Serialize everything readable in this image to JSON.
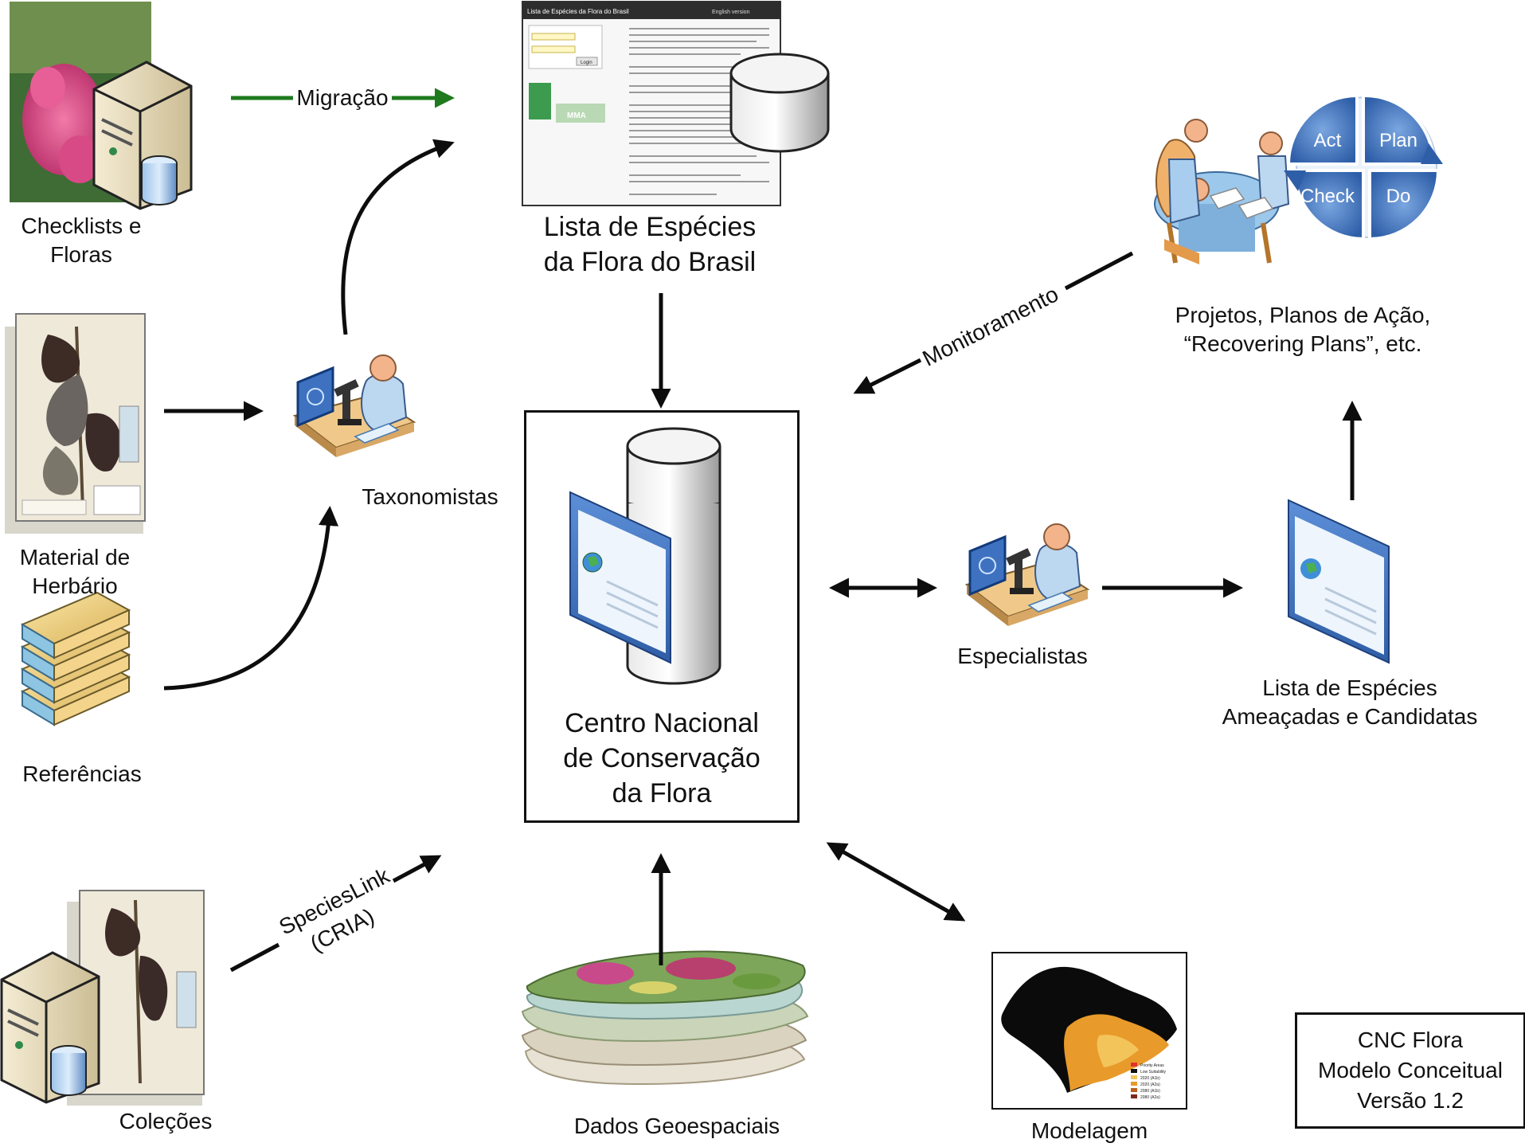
{
  "nodes": {
    "checklists": [
      "Checklists e",
      "Floras"
    ],
    "herbario": [
      "Material de",
      "Herbário"
    ],
    "referencias": [
      "Referências"
    ],
    "colecoes": [
      "Coleções"
    ],
    "taxonomistas": [
      "Taxonomistas"
    ],
    "lista_flora": [
      "Lista de Espécies",
      "da Flora do Brasil"
    ],
    "centro": [
      "Centro Nacional",
      "de Conservação",
      "da Flora"
    ],
    "especialistas": [
      "Especialistas"
    ],
    "lista_ameacadas": [
      "Lista de Espécies",
      "Ameaçadas e Candidatas"
    ],
    "projetos": [
      "Projetos, Planos de Ação,",
      "“Recovering Plans”, etc."
    ],
    "geo": [
      "Dados Geoespaciais"
    ],
    "modelagem": [
      "Modelagem"
    ]
  },
  "edges": {
    "migracao": "Migração",
    "monitoramento": "Monitoramento",
    "specieslink": [
      "SpeciesLink",
      "(CRIA)"
    ]
  },
  "pdca": {
    "act": "Act",
    "plan": "Plan",
    "check": "Check",
    "do": "Do"
  },
  "version": [
    "CNC Flora",
    "Modelo Conceitual",
    "Versão 1.2"
  ],
  "website": {
    "title": "Lista de Espécies da Flora do Brasil",
    "lang": "English version",
    "login": "Login",
    "mma": "MMA"
  },
  "map_legend": [
    "Priority Areas",
    "Low Suitability",
    "2020 (A1b)",
    "2020 (A2a)",
    "2080 (A1b)",
    "2080 (A2a)"
  ],
  "colors": {
    "arrow": "#0d0d0d",
    "migracao_arrow": "#1e7a1e",
    "pdca_blue": "#3f6fb2",
    "panel_blue": "#4a7cc4",
    "outline": "#111111"
  }
}
